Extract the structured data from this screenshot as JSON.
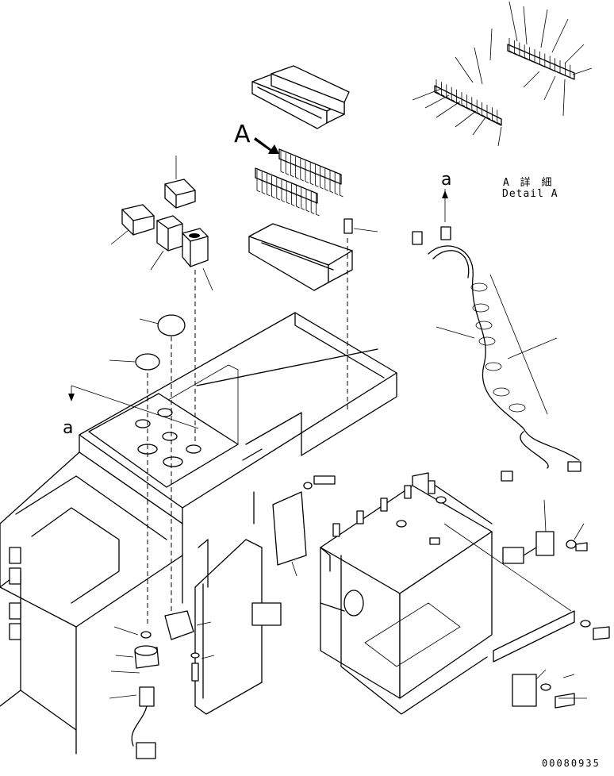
{
  "view_labels": {
    "view_a_upper": "A",
    "section_a_top": "a",
    "section_a_left": "a"
  },
  "detail_caption": {
    "japanese": "A 詳 細",
    "english": "Detail A"
  },
  "figure_code": "00080935"
}
